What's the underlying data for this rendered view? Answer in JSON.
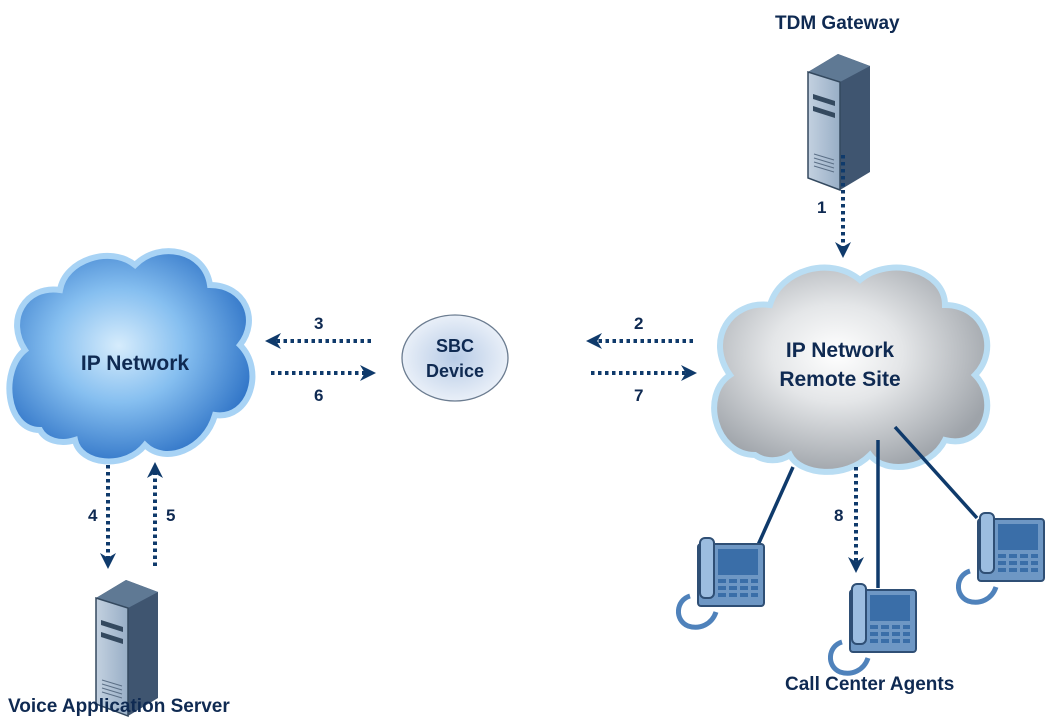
{
  "diagram": {
    "nodes": {
      "tdm_gateway": {
        "label": "TDM Gateway",
        "icon": "server-icon"
      },
      "ip_network": {
        "label": "IP Network",
        "icon": "cloud-icon",
        "color": "#4a90d9"
      },
      "sbc_device": {
        "label_line1": "SBC",
        "label_line2": "Device",
        "icon": "ellipse"
      },
      "ip_network_remote": {
        "label_line1": "IP Network",
        "label_line2": "Remote Site",
        "icon": "cloud-icon",
        "color": "#b8bcc2"
      },
      "voice_app_server": {
        "label": "Voice Application Server",
        "icon": "server-icon"
      },
      "call_center_agents": {
        "label": "Call Center Agents",
        "icon": "phone-icon",
        "count": 3
      }
    },
    "flows": [
      {
        "step": "1",
        "from": "TDM Gateway",
        "to": "IP Network Remote Site"
      },
      {
        "step": "2",
        "from": "IP Network Remote Site",
        "to": "SBC Device"
      },
      {
        "step": "3",
        "from": "SBC Device",
        "to": "IP Network"
      },
      {
        "step": "4",
        "from": "IP Network",
        "to": "Voice Application Server"
      },
      {
        "step": "5",
        "from": "Voice Application Server",
        "to": "IP Network"
      },
      {
        "step": "6",
        "from": "IP Network",
        "to": "SBC Device"
      },
      {
        "step": "7",
        "from": "SBC Device",
        "to": "IP Network Remote Site"
      },
      {
        "step": "8",
        "from": "IP Network Remote Site",
        "to": "Call Center Agents"
      }
    ],
    "colors": {
      "text": "#0f2a52",
      "arrow": "#0f3a6b",
      "server_front": "#a9bbd0",
      "server_side": "#3f5570",
      "phone_body": "#6e97c4",
      "sbc_fill": "#c9d6ea"
    }
  }
}
